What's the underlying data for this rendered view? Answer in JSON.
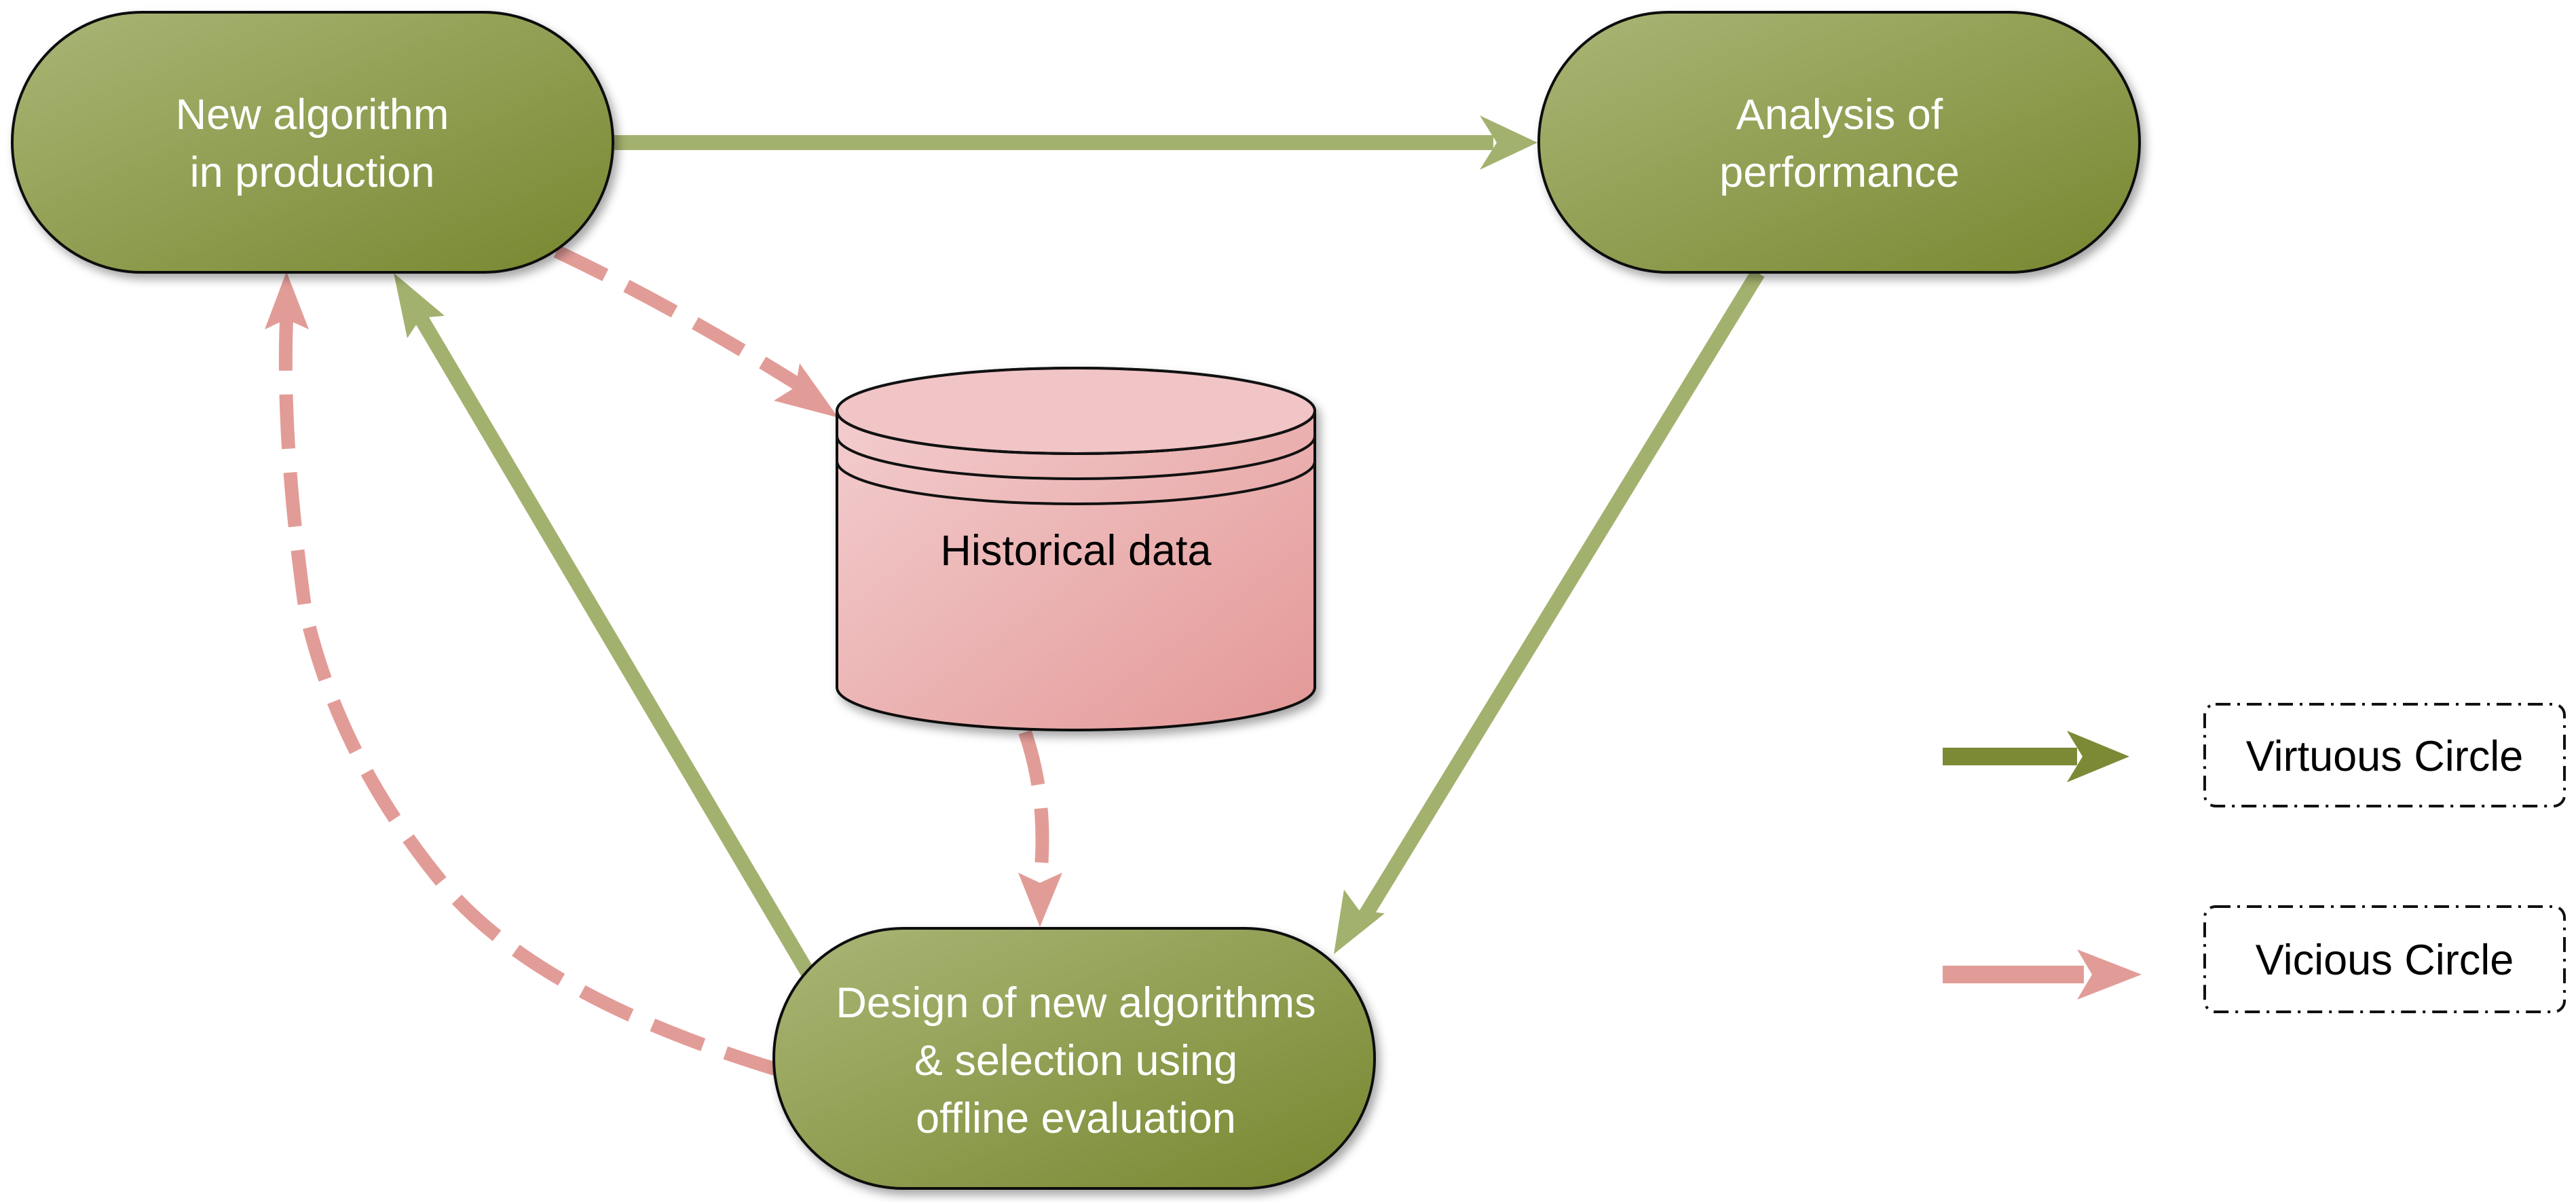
{
  "nodes": {
    "production": {
      "line1": "New algorithm",
      "line2": "in production"
    },
    "analysis": {
      "line1": "Analysis of",
      "line2": "performance"
    },
    "design": {
      "line1": "Design of new algorithms",
      "line2": "& selection using",
      "line3": "offline evaluation"
    },
    "historical": {
      "label": "Historical data"
    }
  },
  "legend": {
    "virtuous": "Virtuous Circle",
    "vicious": "Vicious Circle"
  },
  "colors": {
    "virtuous_arrow": "#a3b16f",
    "virtuous_legend": "#7c8a36",
    "vicious_arrow": "#e29c97",
    "node_light": "#a3b16f",
    "node_dark": "#7a8a33",
    "db_light": "#f3ccce",
    "db_dark": "#e49a98"
  },
  "icons": [
    "arrow-right-icon",
    "database-icon"
  ]
}
